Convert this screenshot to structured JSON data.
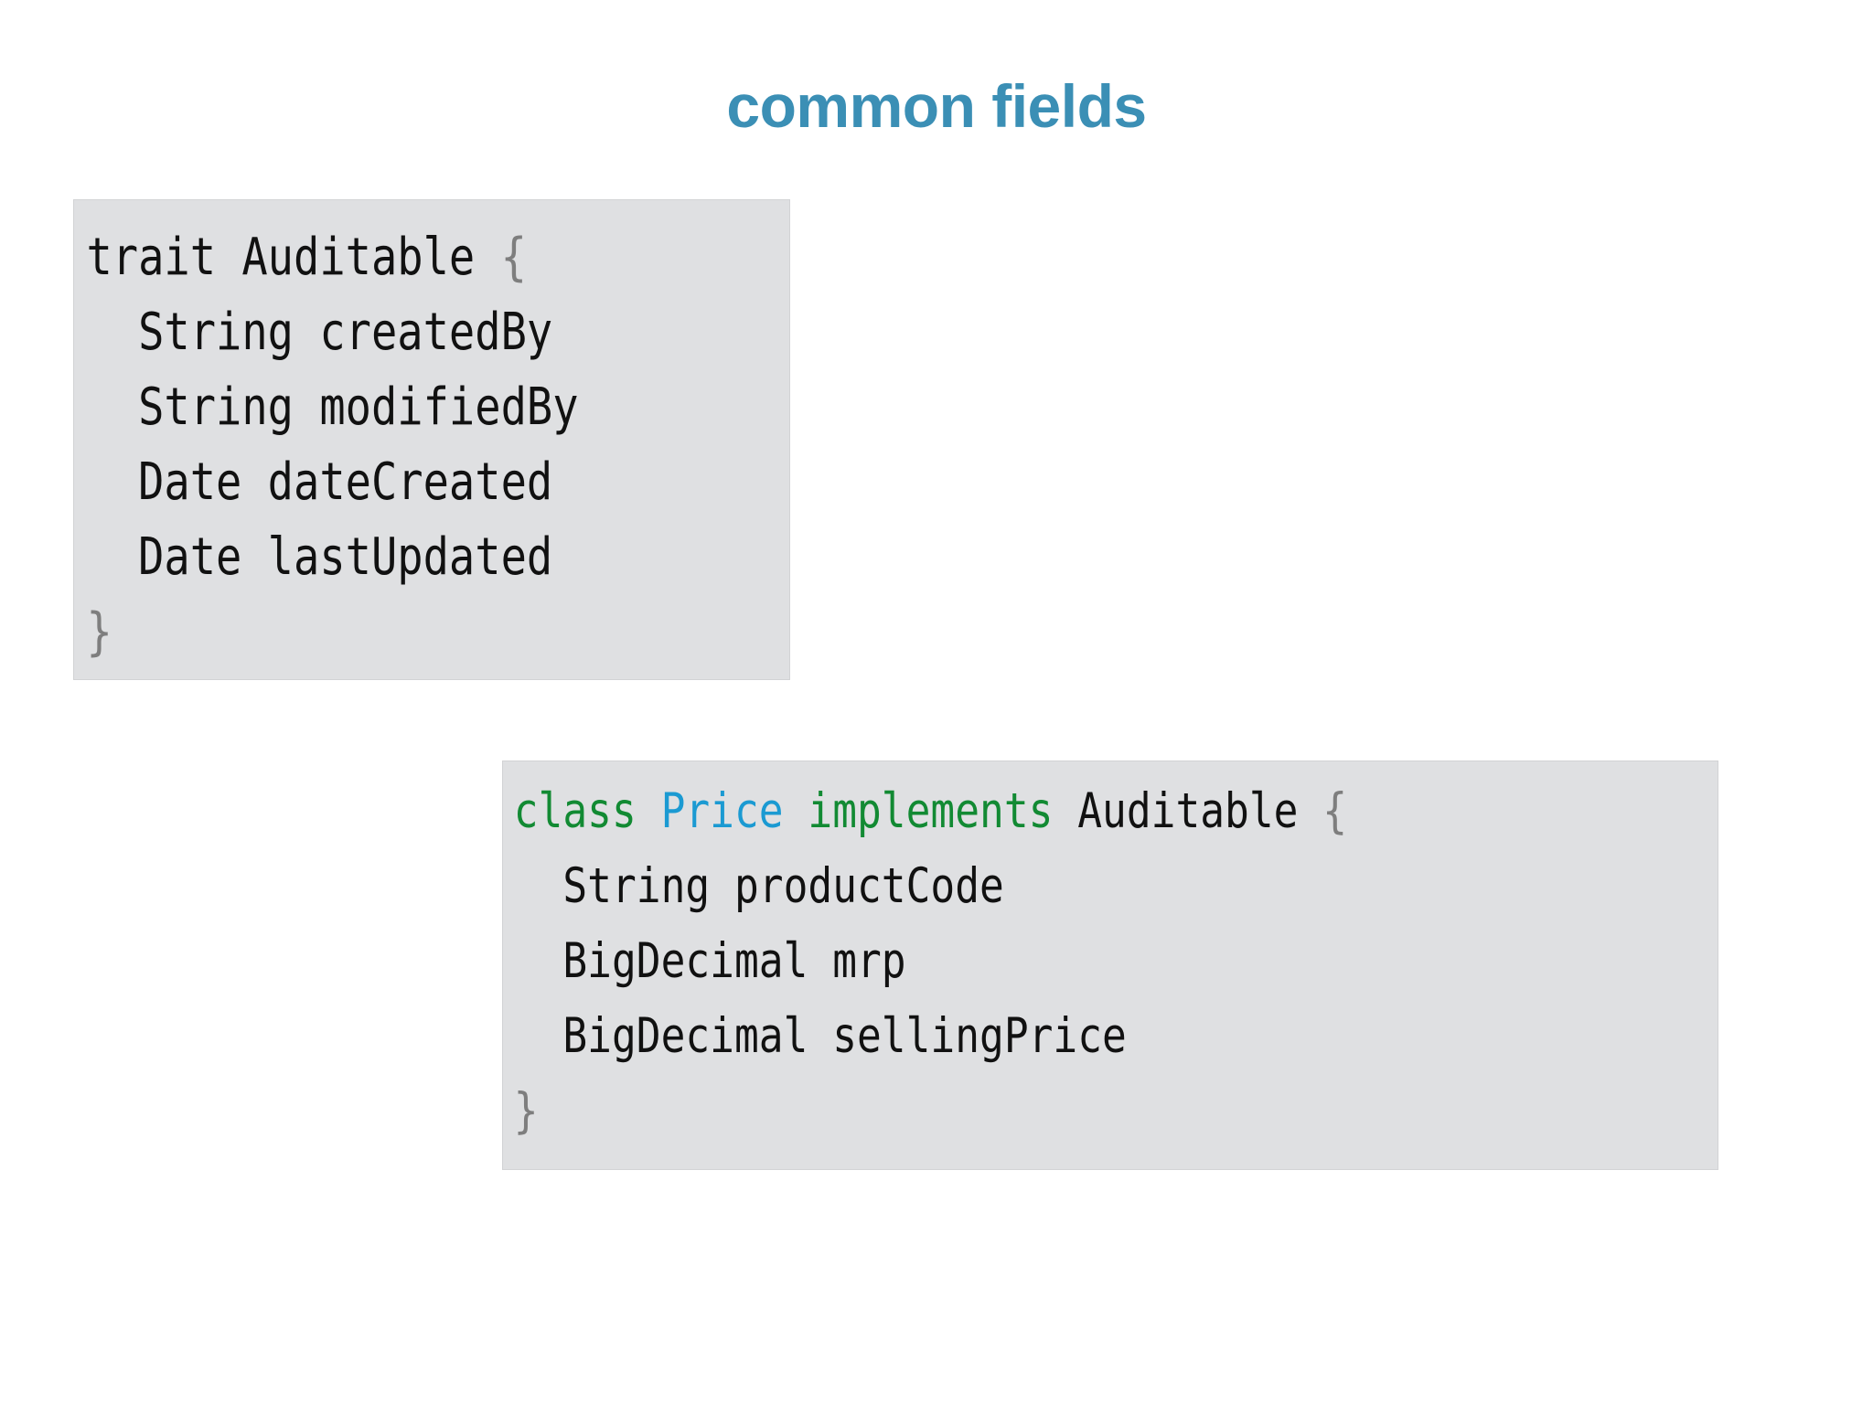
{
  "slide": {
    "title": "common fields",
    "background_color": "#ffffff",
    "title_color": "#3b8fb5"
  },
  "theme": {
    "code_panel_background": "#dfe0e2",
    "card_background": "#ffffff",
    "keyword_color": "#128a33",
    "type_color": "#1b9ad2",
    "text_color": "#111111",
    "brace_color": "#7e7e7e"
  },
  "code_blocks": [
    {
      "id": "auditable",
      "language": "java",
      "lines": [
        {
          "tokens": [
            {
              "text": "trait Auditable ",
              "kind": "plain"
            },
            {
              "text": "{",
              "kind": "brace"
            }
          ]
        },
        {
          "tokens": [
            {
              "text": "  String createdBy",
              "kind": "plain"
            }
          ]
        },
        {
          "tokens": [
            {
              "text": "  String modifiedBy",
              "kind": "plain"
            }
          ]
        },
        {
          "tokens": [
            {
              "text": "  Date dateCreated",
              "kind": "plain"
            }
          ]
        },
        {
          "tokens": [
            {
              "text": "  Date lastUpdated",
              "kind": "plain"
            }
          ]
        },
        {
          "tokens": [
            {
              "text": "}",
              "kind": "brace"
            }
          ]
        }
      ]
    },
    {
      "id": "price",
      "language": "java",
      "lines": [
        {
          "tokens": [
            {
              "text": "class ",
              "kind": "keyword"
            },
            {
              "text": "Price ",
              "kind": "type"
            },
            {
              "text": "implements ",
              "kind": "keyword"
            },
            {
              "text": "Auditable ",
              "kind": "plain"
            },
            {
              "text": "{",
              "kind": "brace"
            }
          ]
        },
        {
          "tokens": [
            {
              "text": "  String productCode",
              "kind": "plain"
            }
          ]
        },
        {
          "tokens": [
            {
              "text": "  BigDecimal mrp",
              "kind": "plain"
            }
          ]
        },
        {
          "tokens": [
            {
              "text": "  BigDecimal sellingPrice",
              "kind": "plain"
            }
          ]
        },
        {
          "tokens": [
            {
              "text": "}",
              "kind": "brace"
            }
          ]
        }
      ]
    }
  ]
}
